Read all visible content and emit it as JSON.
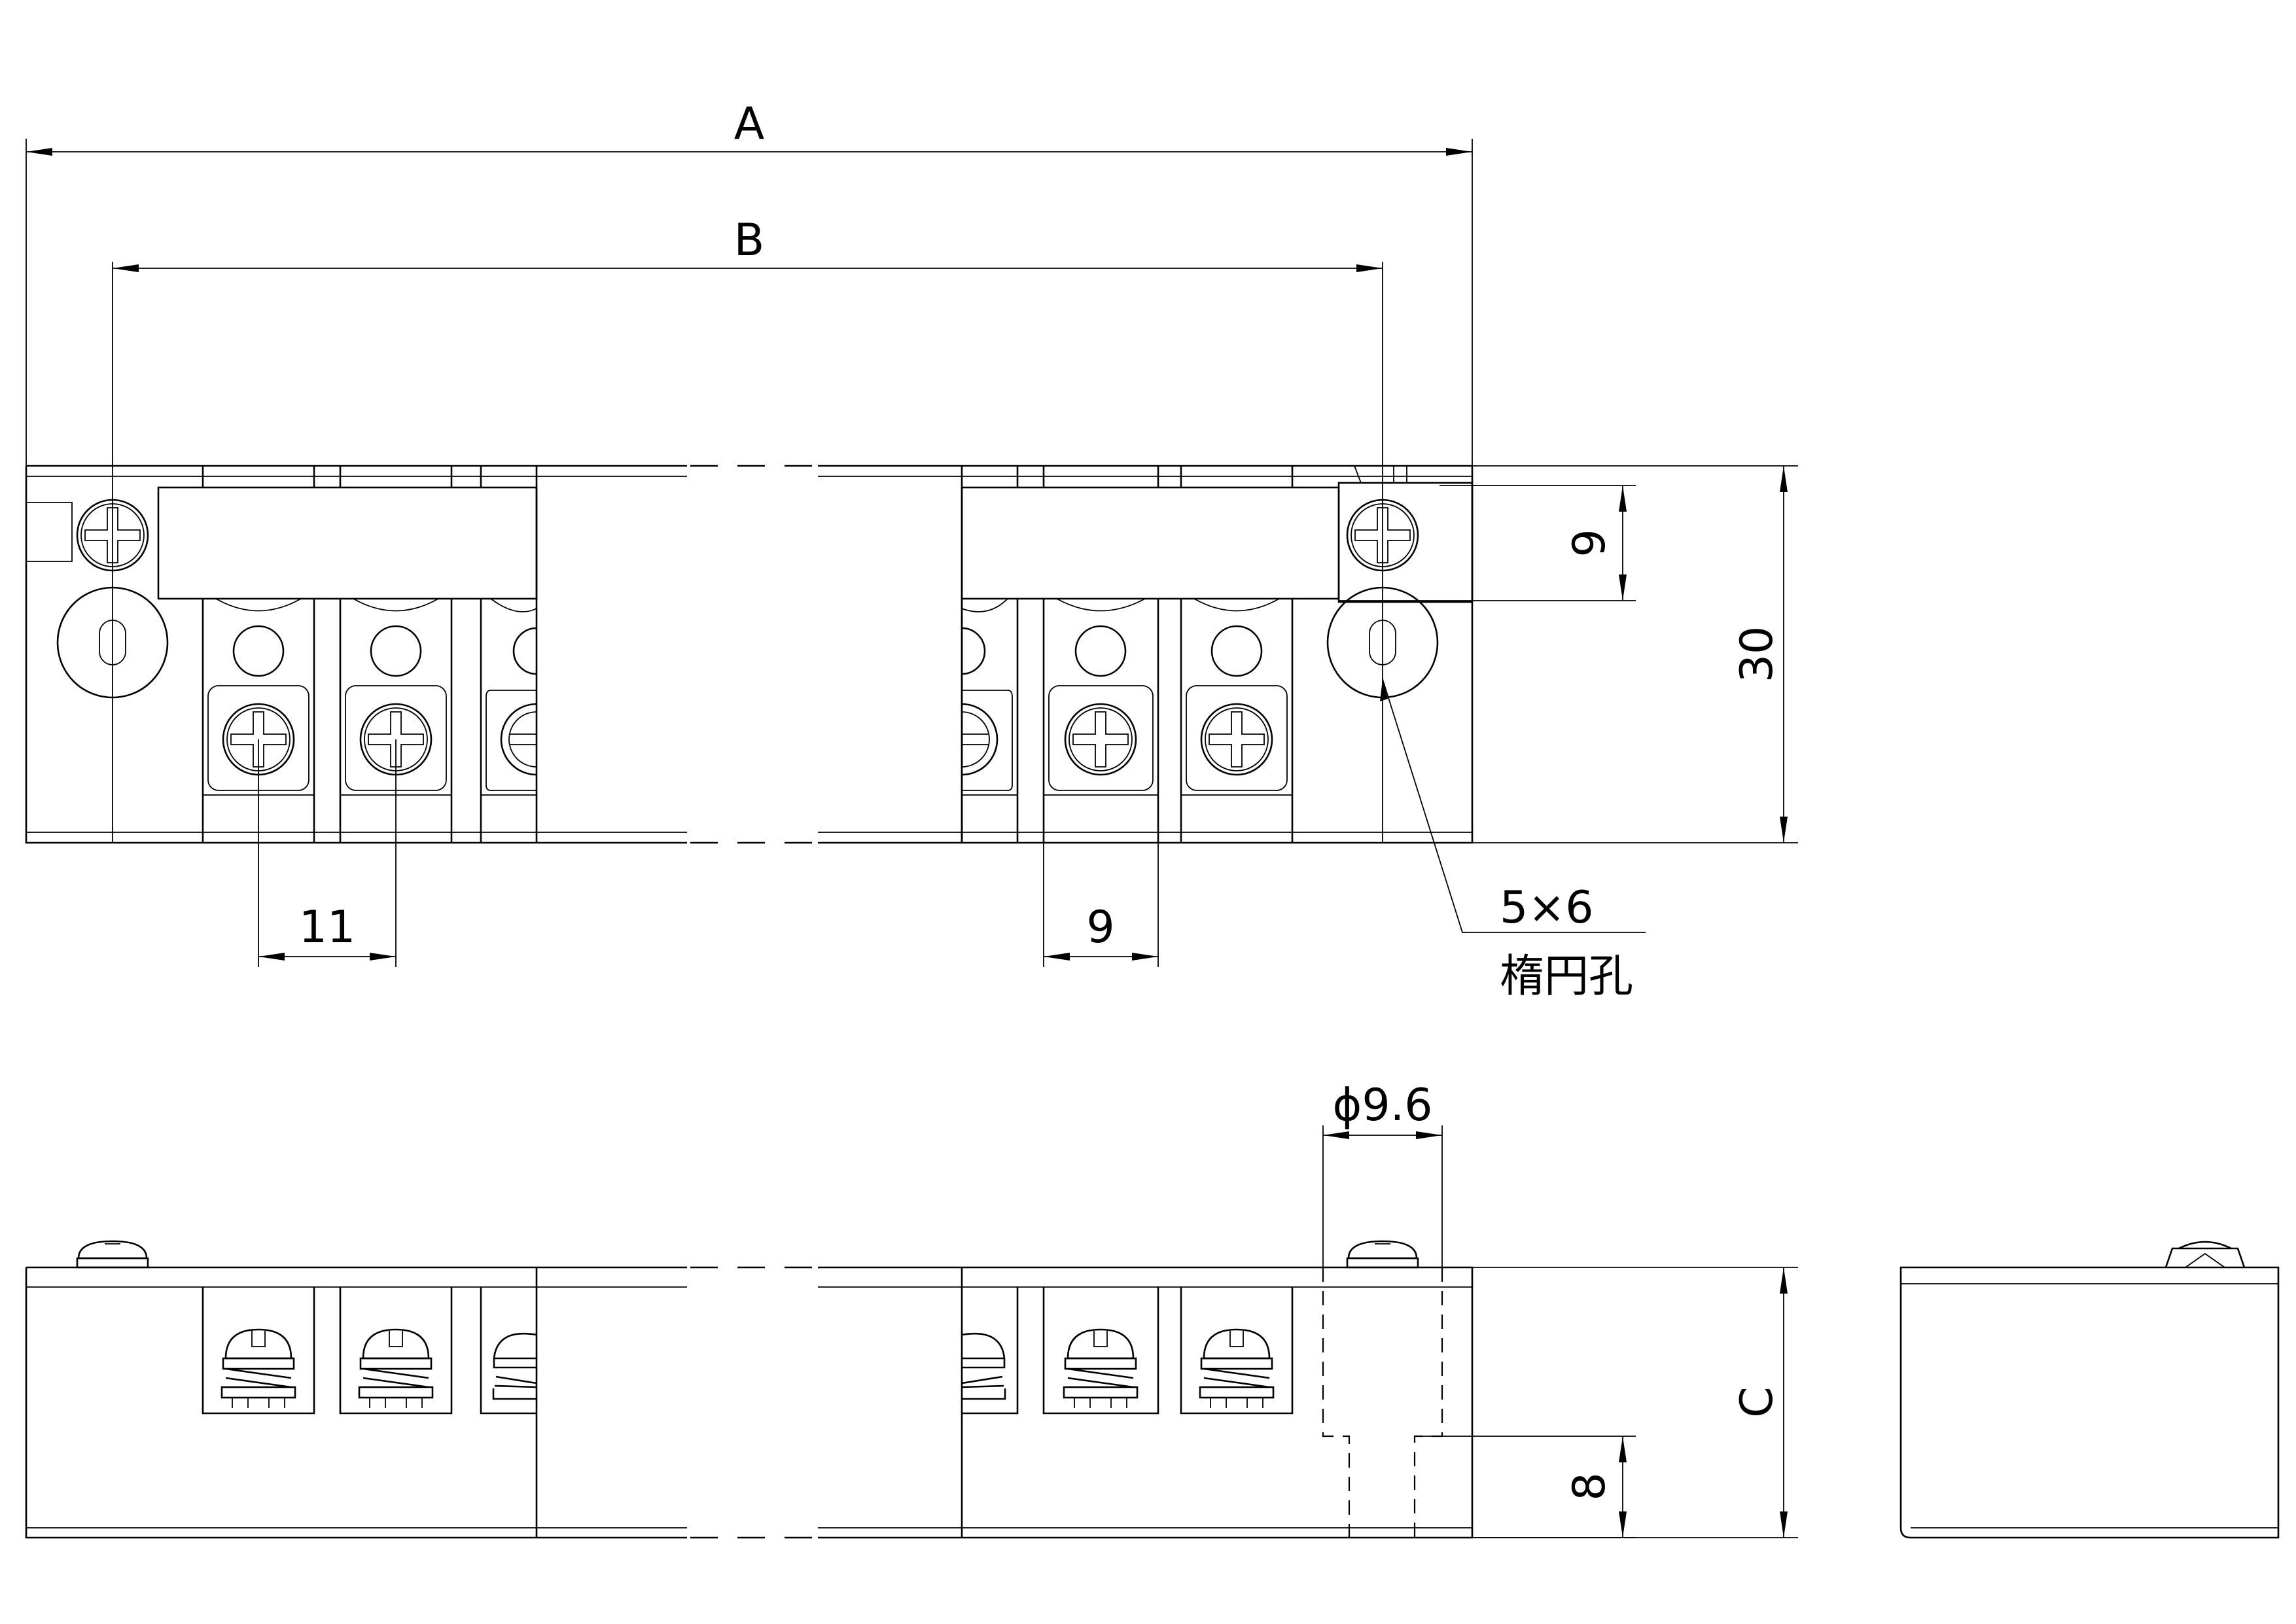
{
  "colors": {
    "line": "#000000",
    "background": "#ffffff"
  },
  "dimensions": {
    "overall_length": "A",
    "mounting_pitch": "B",
    "body_height": "C",
    "base_width": "30",
    "cover_depth": "9",
    "terminal_pitch_left": "11",
    "terminal_pitch_right": "9",
    "hole_diameter": "ϕ9.6",
    "hole_depth": "8"
  },
  "notes": {
    "slot_size": "5×6",
    "slot_type": "楕円孔"
  }
}
